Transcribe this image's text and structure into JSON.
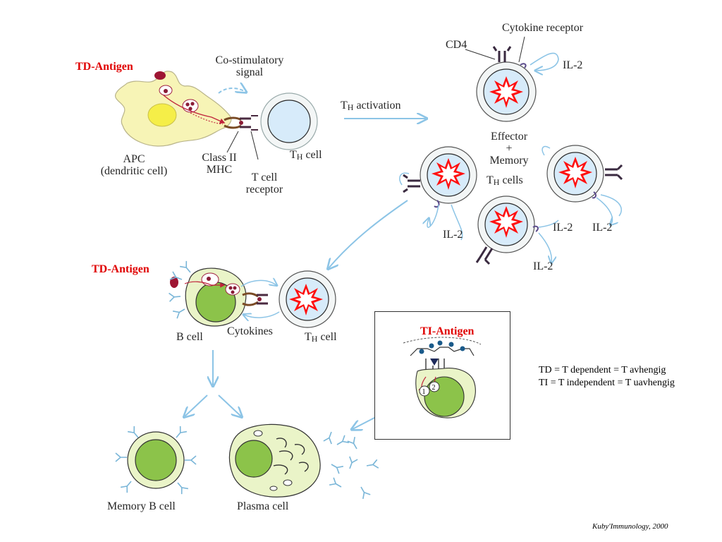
{
  "labels": {
    "td_antigen_top": "TD-Antigen",
    "td_antigen_mid": "TD-Antigen",
    "ti_antigen": "TI-Antigen",
    "costim_line1": "Co-stimulatory",
    "costim_line2": "signal",
    "apc_line1": "APC",
    "apc_line2": "(dendritic cell)",
    "class2_line1": "Class II",
    "class2_line2": "MHC",
    "tcr_line1": "T cell",
    "tcr_line2": "receptor",
    "th_cell_top": "T",
    "th_sub": "H",
    "th_cell_suffix": " cell",
    "th_activation_prefix": "T",
    "th_activation_suffix": " activation",
    "cd4": "CD4",
    "cytokine_receptor": "Cytokine receptor",
    "il2": "IL-2",
    "effector_line1": "Effector",
    "effector_line2": "+",
    "effector_line3": "Memory",
    "effector_line4_prefix": "T",
    "effector_line4_suffix": "  cells",
    "b_cell": "B cell",
    "cytokines": "Cytokines",
    "memory_b_cell": "Memory B cell",
    "plasma_cell": "Plasma cell",
    "ti_num1": "1",
    "ti_num2": "2"
  },
  "definitions": {
    "td": "TD = T dependent = T avhengig",
    "ti": "TI = T independent = T uavhengig"
  },
  "citation": "Kuby'Immunology, 2000",
  "colors": {
    "antigen_red": "#e00000",
    "apc_fill": "#f7f4b6",
    "th_fill": "#e4f0fa",
    "b_cell_fill": "#8cc34a",
    "arrow_blue": "#8cc4e6",
    "burst_red": "#ff0000"
  }
}
